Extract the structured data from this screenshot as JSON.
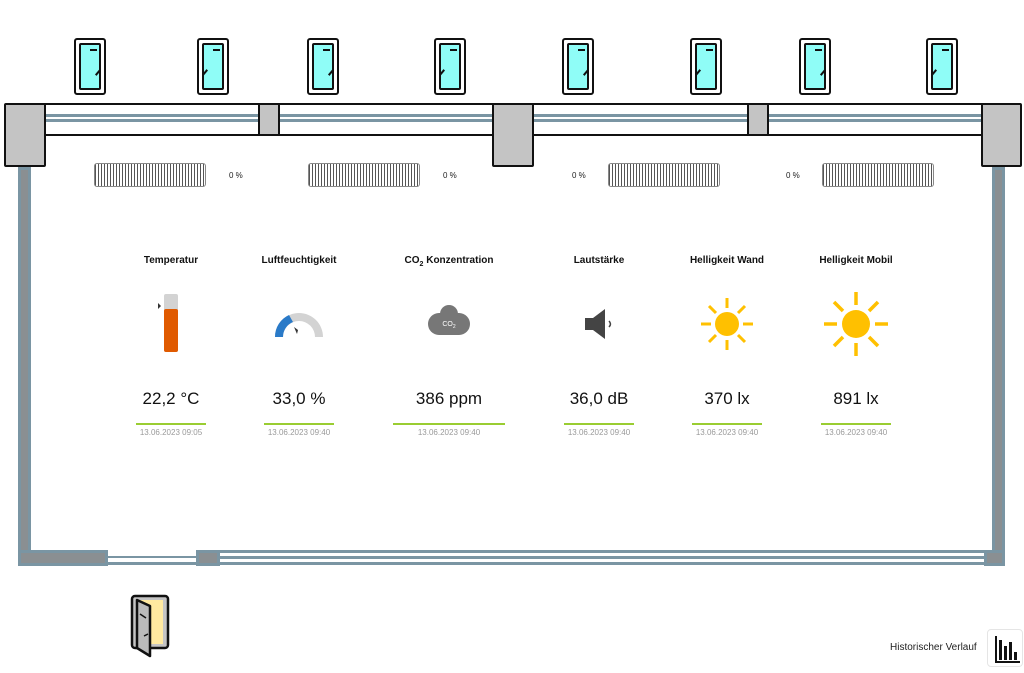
{
  "radiators": [
    {
      "percent": "0 %"
    },
    {
      "percent": "0 %"
    },
    {
      "percent": "0 %"
    },
    {
      "percent": "0 %"
    }
  ],
  "sensors": [
    {
      "title": "Temperatur",
      "value": "22,2 °C",
      "timestamp": "13.06.2023 09:05",
      "icon": "thermometer-icon"
    },
    {
      "title": "Luftfeuchtigkeit",
      "value": "33,0 %",
      "timestamp": "13.06.2023 09:40",
      "icon": "gauge-icon",
      "gauge_fraction": 0.33
    },
    {
      "title_main": "CO",
      "title_sub": "2",
      "title_rest": " Konzentration",
      "value": "386 ppm",
      "timestamp": "13.06.2023 09:40",
      "icon": "co2-cloud-icon",
      "icon_text": "CO",
      "icon_sub": "2"
    },
    {
      "title": "Lautstärke",
      "value": "36,0 dB",
      "timestamp": "13.06.2023 09:40",
      "icon": "speaker-icon"
    },
    {
      "title": "Helligkeit Wand",
      "value": "370 lx",
      "timestamp": "13.06.2023 09:40",
      "icon": "sun-icon"
    },
    {
      "title": "Helligkeit Mobil",
      "value": "891 lx",
      "timestamp": "13.06.2023 09:40",
      "icon": "sun-icon"
    }
  ],
  "history": {
    "label": "Historischer Verlauf"
  },
  "colors": {
    "window_glass": "#8ffdf7",
    "thermo": "#e05a00",
    "gauge": "#2a7ac8",
    "sun": "#ffc000",
    "accent_line": "#9acd32"
  }
}
